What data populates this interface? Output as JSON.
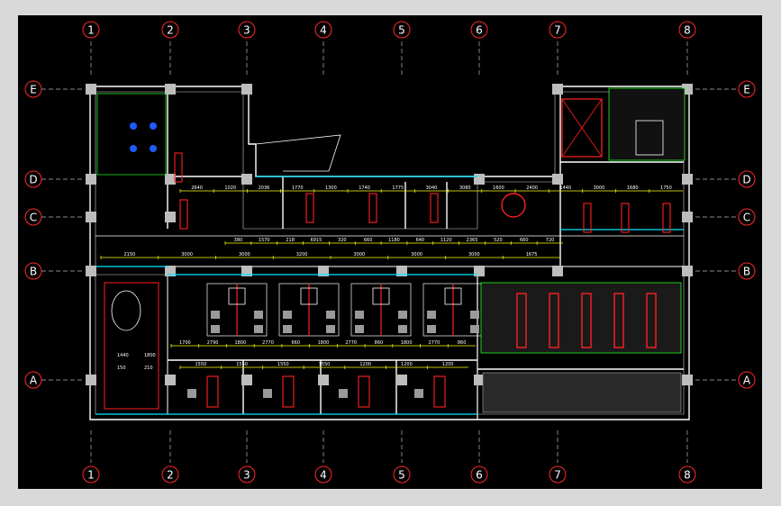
{
  "colors": {
    "background": "#000000",
    "frame": "#d9d9d9",
    "axis_bubble": "#ff2a2a",
    "axis_line": "#b8b8b8",
    "wall": "#ffffff",
    "column": "#bdbdbd",
    "glass": "#00e5ff",
    "dimension": "#ffff00",
    "furniture": "#ff2020",
    "green": "#22ff22",
    "chair": "#9a9a9a"
  },
  "grid": {
    "columns": [
      "1",
      "2",
      "3",
      "4",
      "5",
      "6",
      "7",
      "8"
    ],
    "rows": [
      "E",
      "D",
      "C",
      "B",
      "A"
    ]
  },
  "dimensions": {
    "row_c": [
      "380",
      "1570",
      "218",
      "6915",
      "320",
      "660",
      "1180",
      "640",
      "1120",
      "2365",
      "520",
      "660",
      "720"
    ],
    "row_b": [
      "2150",
      "3000",
      "3000",
      "3200",
      "3000",
      "3000",
      "3000",
      "1675"
    ],
    "row_a": [
      "1700",
      "2790",
      "1800",
      "2770",
      "660",
      "1800",
      "2770",
      "860",
      "1800",
      "2770",
      "860"
    ],
    "left_office": [
      "1440",
      "1800",
      "150",
      "210"
    ],
    "upper_rooms": [
      "2640",
      "1020",
      "2036",
      "1770",
      "1300",
      "1740",
      "1775",
      "3040",
      "3080",
      "1600",
      "2400",
      "1440",
      "3000",
      "1680",
      "1750"
    ],
    "offices_bottom": [
      "1550",
      "1550",
      "1550",
      "1550",
      "1200",
      "1200",
      "1200"
    ]
  }
}
